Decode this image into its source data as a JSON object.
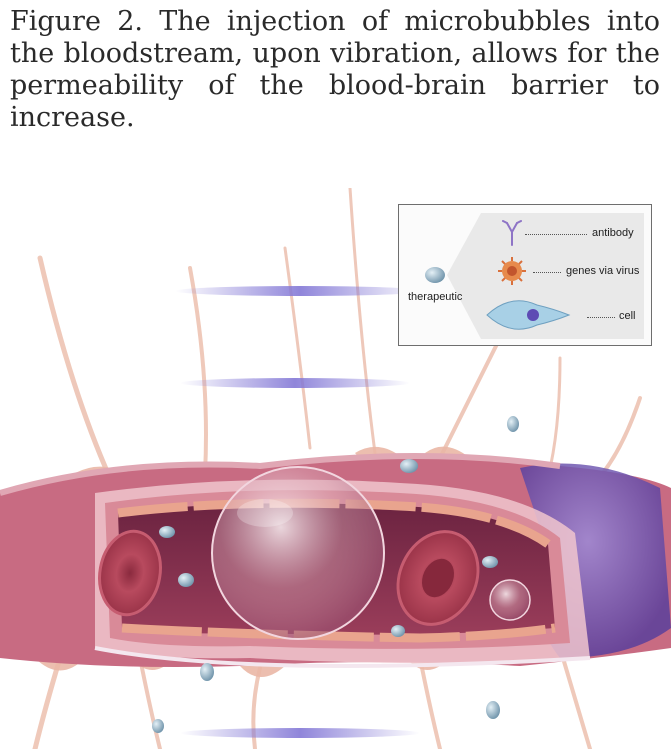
{
  "figure": {
    "caption": "Figure 2. The injection of microbubbles into the bloodstream, upon vibration, allows for the permeability of the blood-brain barrier to increase."
  },
  "legend": {
    "therapeutic_label": "therapeutic",
    "items": [
      {
        "label": "antibody",
        "icon": "antibody-icon"
      },
      {
        "label": "genes via virus",
        "icon": "virus-icon"
      },
      {
        "label": "cell",
        "icon": "cell-icon"
      }
    ]
  },
  "colors": {
    "vessel_wall": "#d8848f",
    "vessel_inner": "#a8475e",
    "lumen": "#7a2c47",
    "astrocyte": "#e8b9a9",
    "vibration_wave": "#8378d6",
    "therapeutic": "#8fb0c4",
    "legend_border": "#6e6e6e"
  }
}
